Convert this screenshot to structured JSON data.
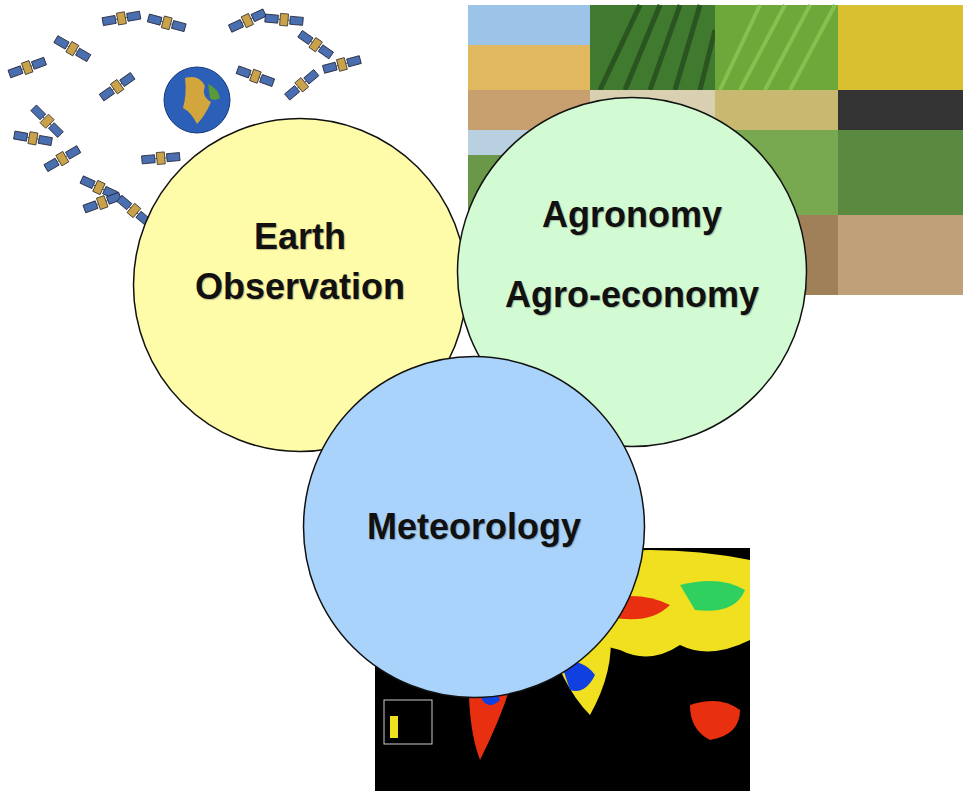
{
  "diagram": {
    "nodes": [
      {
        "text": [
          "Earth Observation"
        ]
      },
      {
        "text": [
          "Agronomy",
          "Agro-economy"
        ]
      },
      {
        "text": [
          "Meteorology"
        ]
      }
    ]
  }
}
